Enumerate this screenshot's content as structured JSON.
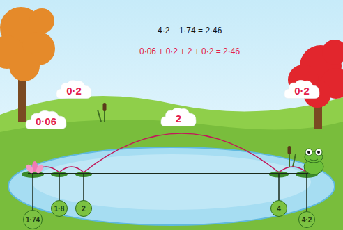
{
  "diagram": {
    "nodes": [
      {
        "text": [
          "0·2"
        ]
      },
      {
        "text": [
          "0·2"
        ]
      },
      {
        "text": [
          "0·06"
        ]
      },
      {
        "text": [
          "2"
        ]
      },
      {
        "text": [
          "1·74"
        ]
      },
      {
        "text": [
          "1·8"
        ]
      },
      {
        "text": [
          "2"
        ]
      },
      {
        "text": [
          "4"
        ]
      },
      {
        "text": [
          "4·2"
        ]
      }
    ],
    "labels": [
      "4·2 – 1·74 = 2·46",
      "0·06 + 0·2 + 2 + 0·2 = 2·46"
    ]
  }
}
